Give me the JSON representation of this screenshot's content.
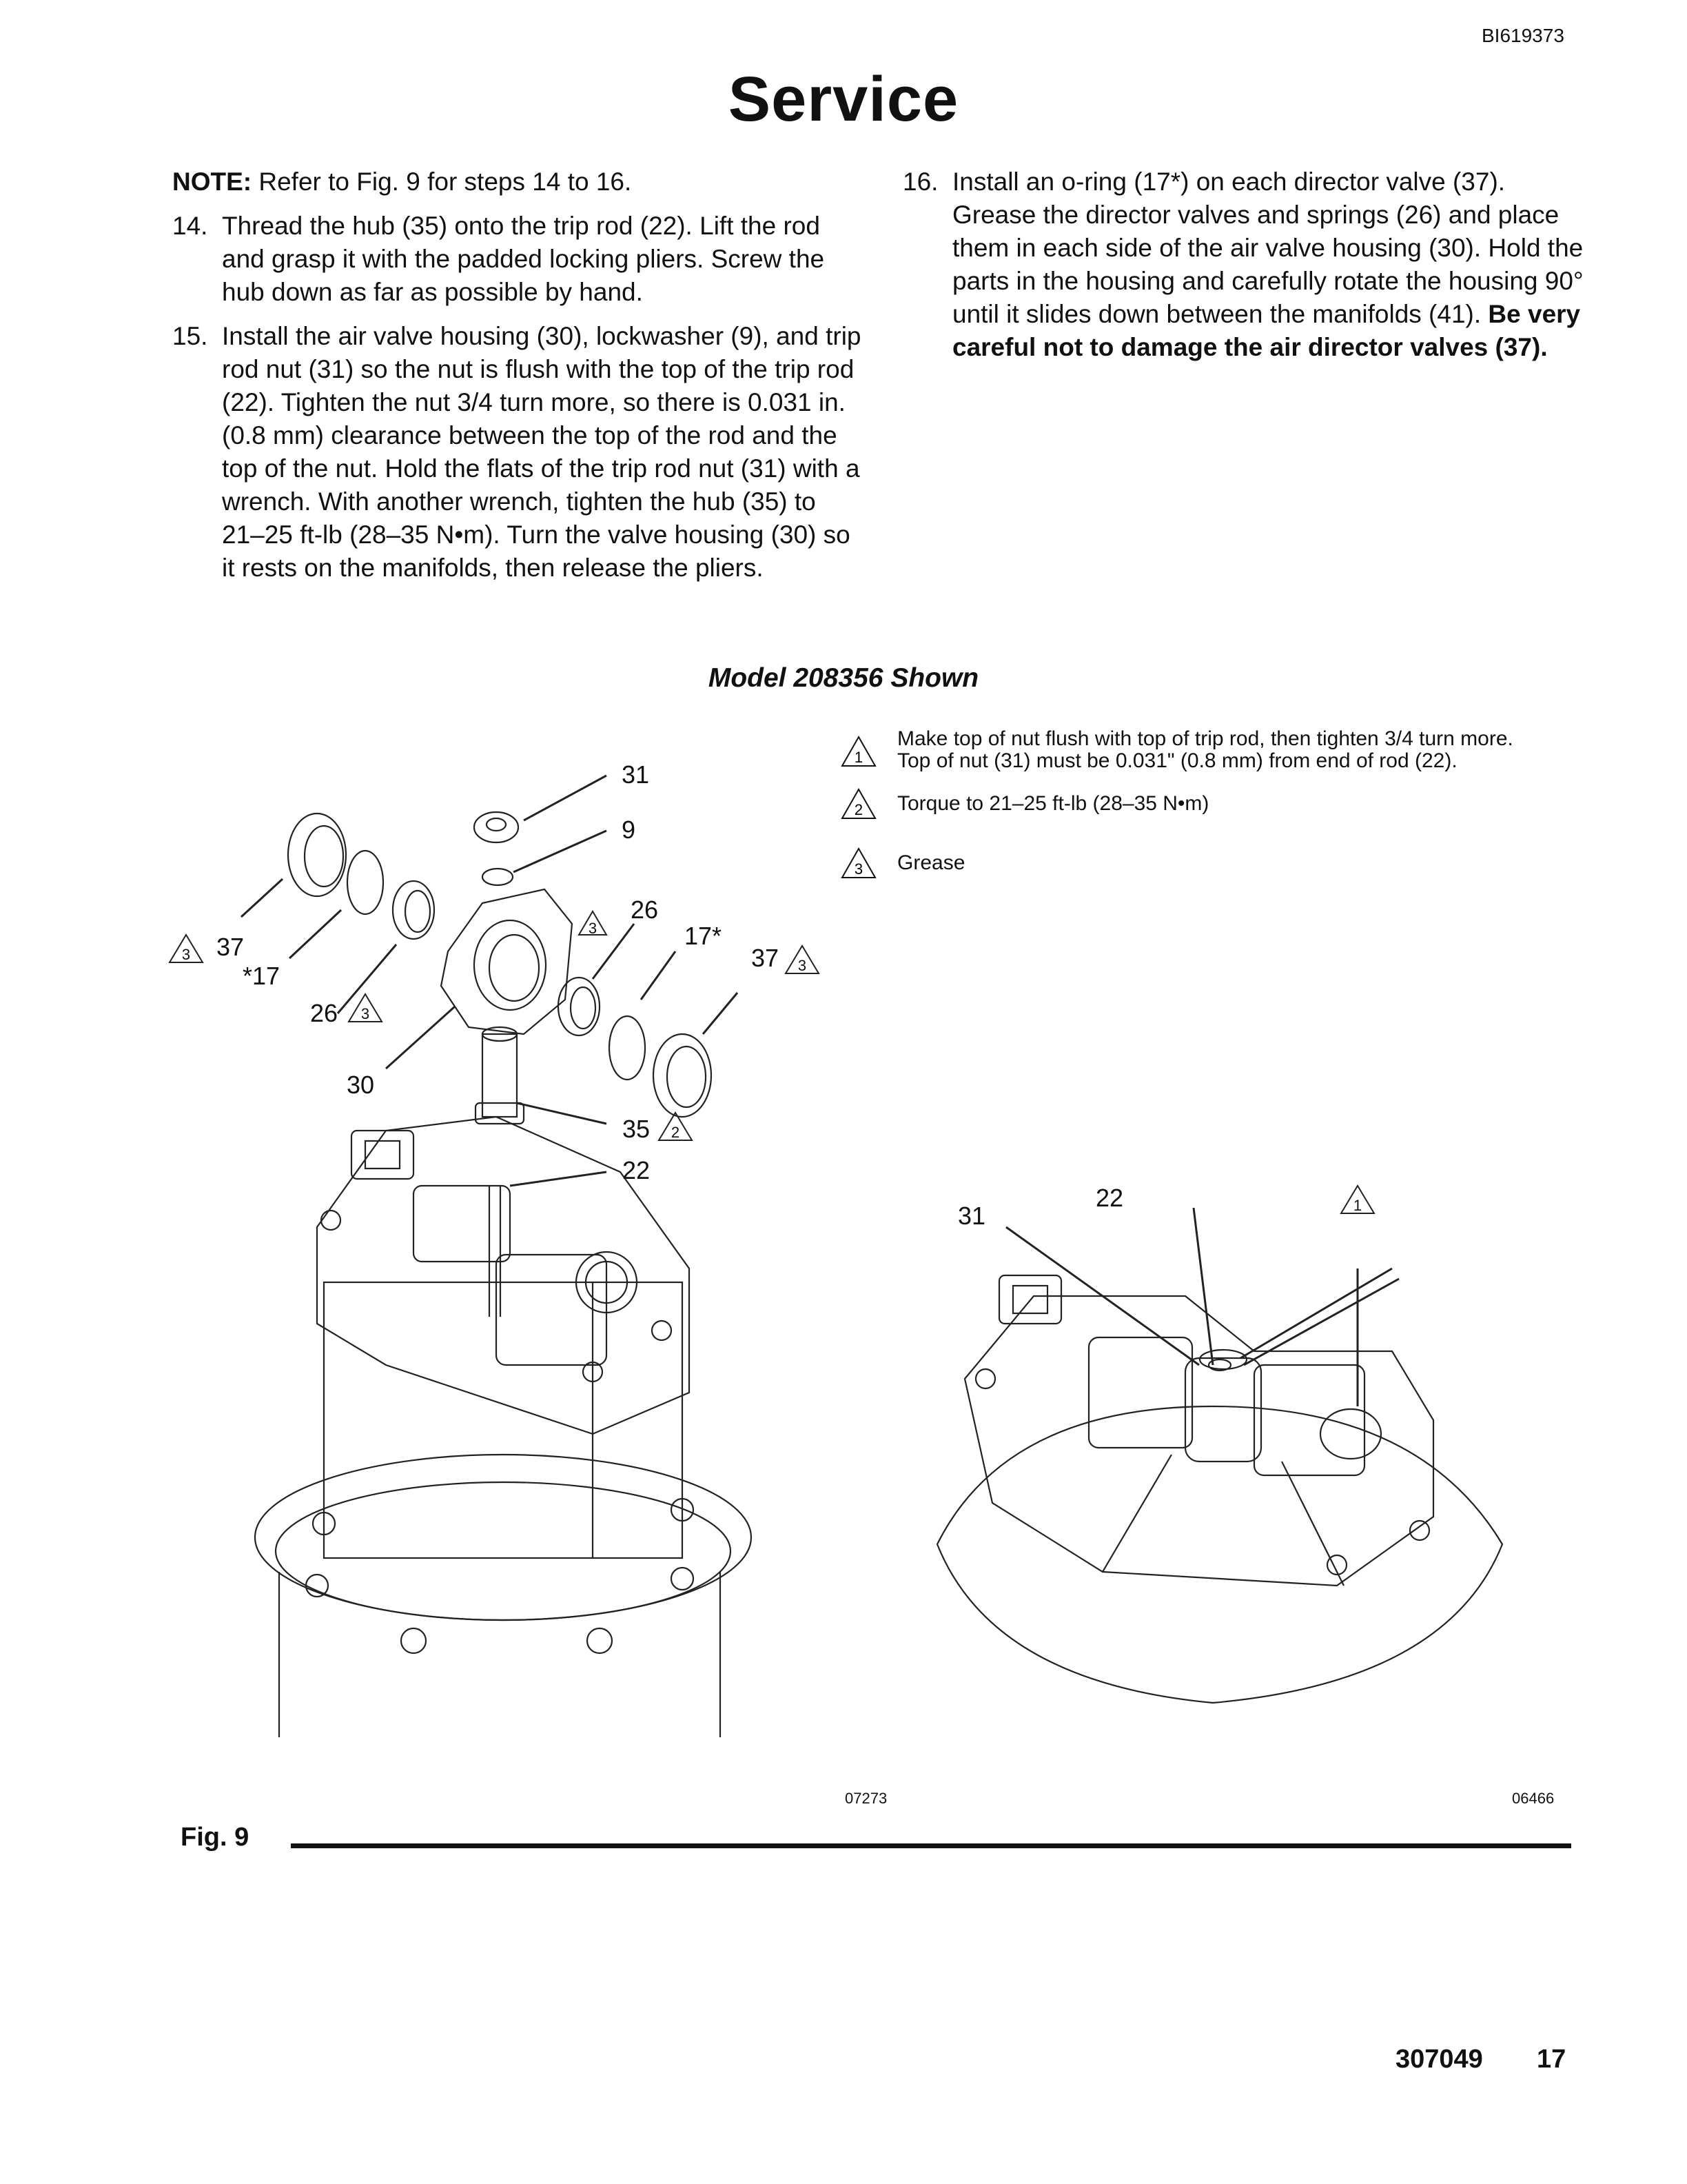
{
  "header": {
    "doc_id": "BI619373",
    "title": "Service"
  },
  "left_column": {
    "note_label": "NOTE:",
    "note_text": " Refer to Fig. 9 for steps 14 to 16.",
    "steps": [
      {
        "num": "14.",
        "text": "Thread the hub (35) onto the trip rod (22). Lift the rod and grasp it with the padded locking pliers. Screw the hub down as far as possible by hand."
      },
      {
        "num": "15.",
        "text": "Install the air valve housing (30), lockwasher (9), and trip rod nut (31) so the nut is flush with the top of the trip rod (22). Tighten the nut 3/4 turn more, so there is 0.031 in. (0.8 mm) clearance between the top of the rod and the top of the nut. Hold the flats of the trip rod nut (31) with a wrench. With another wrench, tighten the hub (35) to 21–25 ft-lb (28–35 N•m). Turn the valve housing (30) so it rests on the manifolds, then release the pliers."
      }
    ]
  },
  "right_column": {
    "step": {
      "num": "16.",
      "text": "Install an o-ring (17*) on each director valve (37). Grease the director valves and springs (26) and place them in each side of the air valve housing (30). Hold the parts in the housing and carefully rotate the housing 90° until it slides down between the manifolds (41). ",
      "bold": "Be very careful not to damage the air director valves (37)."
    }
  },
  "figure": {
    "caption": "Model 208356 Shown",
    "legend": [
      {
        "mark": "1",
        "text_line1": "Make top of nut flush with top of trip rod, then tighten 3/4 turn more.",
        "text_line2": "Top of nut (31) must be 0.031\" (0.8 mm) from end of rod (22)."
      },
      {
        "mark": "2",
        "text_line1": "Torque to 21–25 ft-lb (28–35 N•m)",
        "text_line2": ""
      },
      {
        "mark": "3",
        "text_line1": "Grease",
        "text_line2": ""
      }
    ],
    "callouts": {
      "c31": "31",
      "c9": "9",
      "c26": "26",
      "c17star": "17*",
      "c37r": "37",
      "c37l": "37",
      "cstar17": "*17",
      "c26l": "26",
      "c30": "30",
      "c35": "35",
      "c22": "22",
      "d31": "31",
      "d22": "22"
    },
    "marks": {
      "m1": "1",
      "m2": "2",
      "m3": "3"
    },
    "drawing_codes": {
      "left": "07273",
      "right": "06466"
    },
    "label": "Fig. 9"
  },
  "footer": {
    "doc_number": "307049",
    "page_number": "17"
  }
}
